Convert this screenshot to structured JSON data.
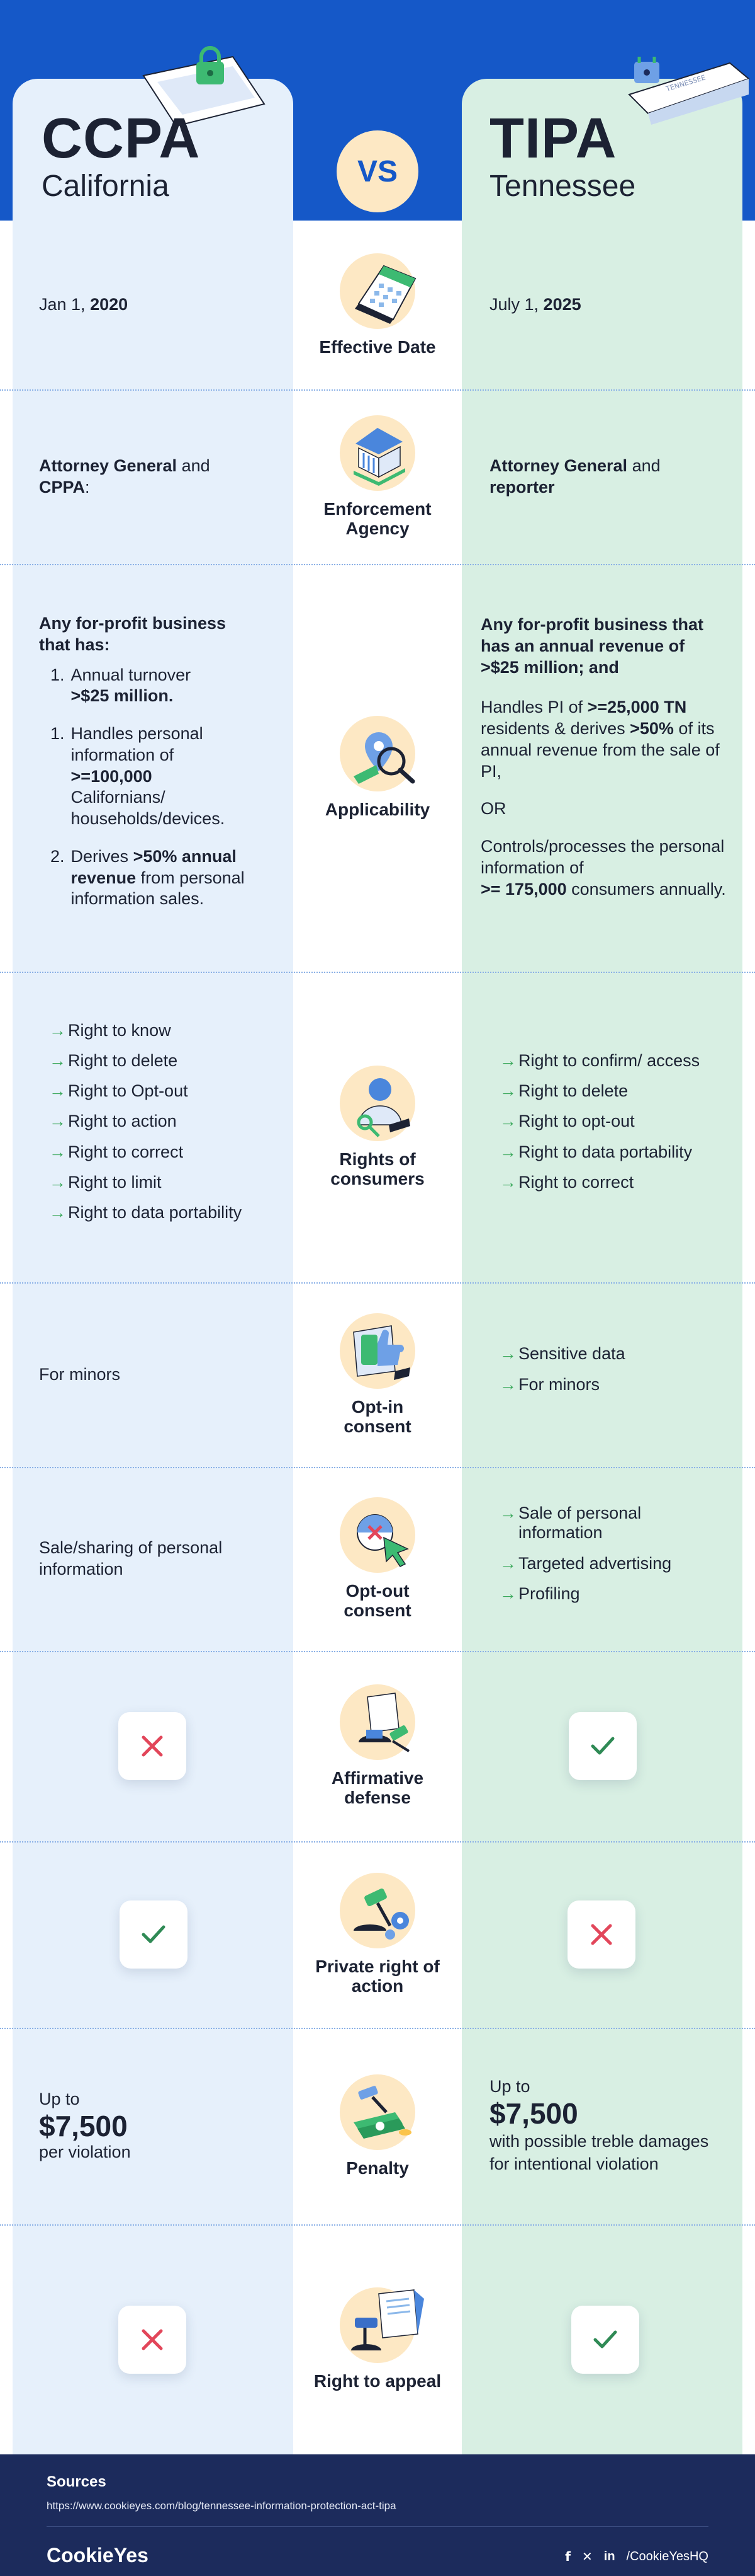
{
  "header": {
    "left_title": "CCPA",
    "left_subtitle": "California",
    "vs": "VS",
    "right_title": "TIPA",
    "right_subtitle": "Tennessee",
    "folder_tab_text": "TENNESSEE"
  },
  "rows": {
    "effective_date": {
      "label": "Effective Date",
      "left_prefix": "Jan 1, ",
      "left_year": "2020",
      "right_prefix": "July 1, ",
      "right_year": "2025"
    },
    "enforcement": {
      "label_1": "Enforcement",
      "label_2": "Agency",
      "left_bold_1": "Attorney General",
      "left_mid": " and",
      "left_bold_2": "CPPA",
      "left_end": ":",
      "right_bold_1": "Attorney General",
      "right_mid": " and",
      "right_bold_2": "reporter"
    },
    "applicability": {
      "label": "Applicability",
      "left_intro_1": "Any for-profit business",
      "left_intro_2": "that has:",
      "left_items": [
        {
          "num": "1.",
          "pre": "Annual turnover",
          "bold": ">$25 million.",
          "post": ""
        },
        {
          "num": "1.",
          "pre": "Handles personal information of",
          "bold": ">=100,000",
          "post": "Californians/ households/devices."
        },
        {
          "num": "2.",
          "pre": "Derives",
          "bold": ">50% annual revenue",
          "post": "from personal information sales."
        }
      ],
      "right_intro_1": "Any for-profit business that",
      "right_intro_2": "has an annual revenue of",
      "right_intro_3": ">$25 million; and",
      "right_p1_a": "Handles PI of ",
      "right_p1_b": ">=25,000 TN",
      "right_p1_c": "residents & derives ",
      "right_p1_d": ">50%",
      "right_p1_e": " of its annual revenue from the sale of PI,",
      "right_or": "OR",
      "right_p2_a": "Controls/processes the personal information of",
      "right_p2_b": ">= 175,000",
      "right_p2_c": " consumers annually."
    },
    "rights": {
      "label_1": "Rights of",
      "label_2": "consumers",
      "left_items": [
        "Right to know",
        "Right to delete",
        "Right to Opt-out",
        "Right to action",
        "Right to correct",
        "Right to limit",
        "Right to data portability"
      ],
      "right_items": [
        "Right to confirm/ access",
        "Right to delete",
        "Right to opt-out",
        "Right to data portability",
        "Right to correct"
      ]
    },
    "optin": {
      "label_1": "Opt-in",
      "label_2": "consent",
      "left_text": "For minors",
      "right_items": [
        "Sensitive data",
        "For minors"
      ]
    },
    "optout": {
      "label_1": "Opt-out",
      "label_2": "consent",
      "left_text": "Sale/sharing of personal information",
      "right_items": [
        "Sale of personal information",
        "Targeted advertising",
        "Profiling"
      ]
    },
    "affirmative": {
      "label_1": "Affirmative",
      "label_2": "defense",
      "left_mark": "cross",
      "right_mark": "check"
    },
    "private_action": {
      "label_1": "Private right of",
      "label_2": "action",
      "left_mark": "check",
      "right_mark": "cross"
    },
    "penalty": {
      "label": "Penalty",
      "left_upto": "Up to",
      "left_amount": "$7,500",
      "left_note": "per violation",
      "right_upto": "Up to",
      "right_amount": "$7,500",
      "right_note": "with possible treble damages for intentional violation"
    },
    "appeal": {
      "label": "Right to appeal",
      "left_mark": "cross",
      "right_mark": "check"
    }
  },
  "footer": {
    "sources_heading": "Sources",
    "sources_url": "https://www.cookieyes.com/blog/tennessee-information-protection-act-tipa",
    "brand": "CookieYes",
    "social_handle": "/CookieYesHQ"
  },
  "colors": {
    "header_blue": "#1558c8",
    "ccpa_column": "#e6f0fb",
    "tipa_column": "#d8efe3",
    "icon_circle": "#fde8c4",
    "check_green": "#2f8a55",
    "cross_red": "#e2465a",
    "arrow_green": "#3aa85b",
    "footer_navy": "#1c2b5c"
  }
}
